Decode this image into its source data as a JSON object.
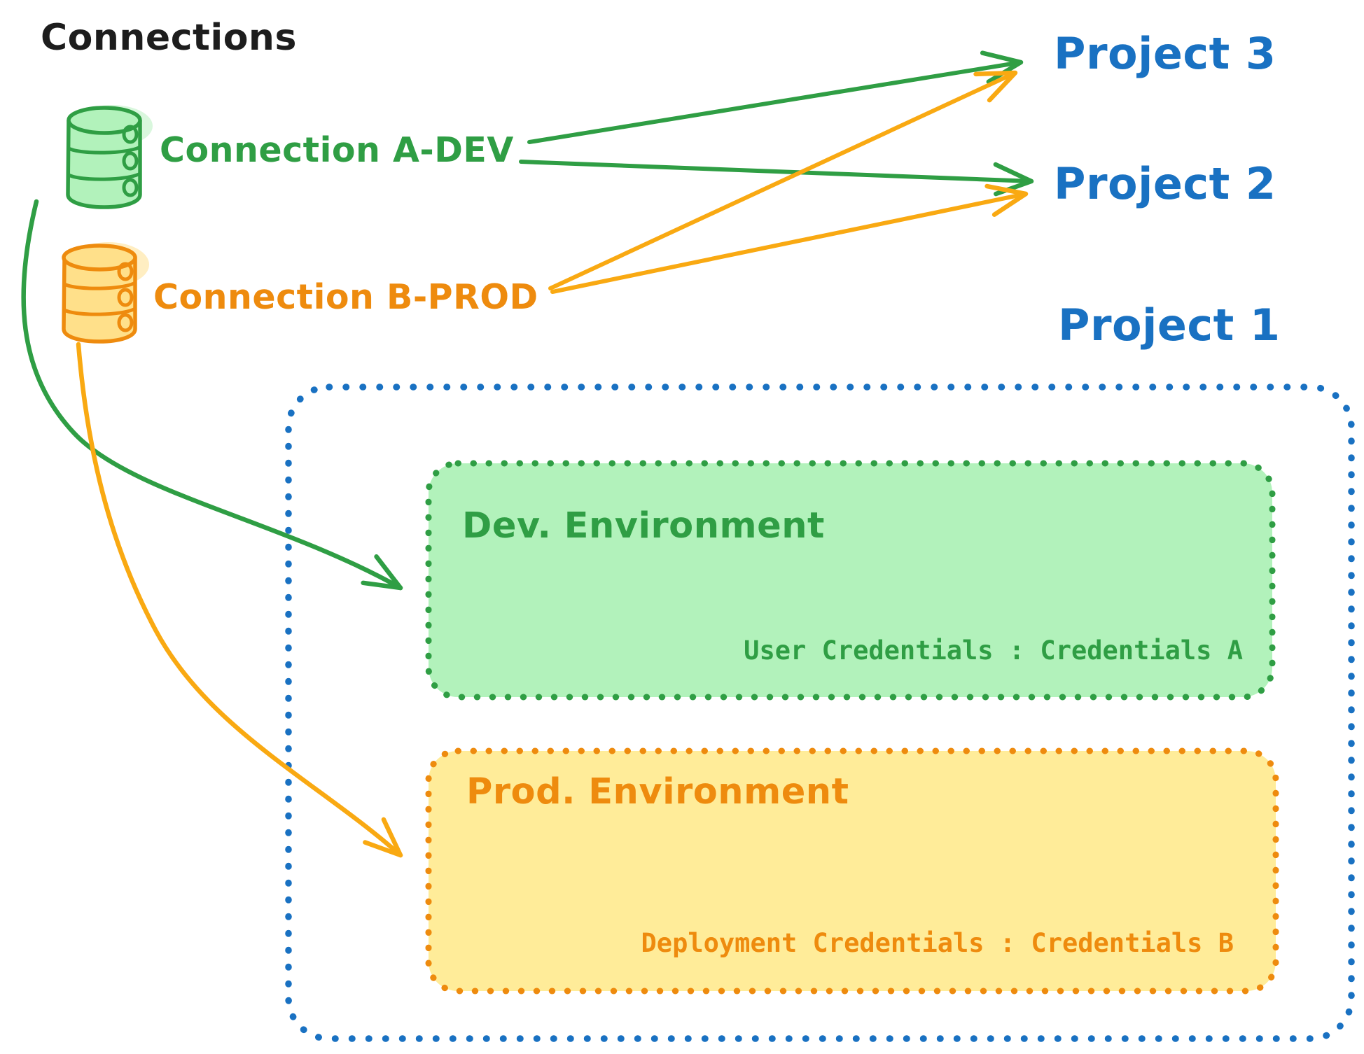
{
  "diagram_title": "Connections",
  "colors": {
    "ink": "#1d1d1d",
    "blue": "#1971c2",
    "green": "#2f9e44",
    "green_fill": "#b2f2bb",
    "green_halo": "#d9f7dd",
    "orange": "#ee8b0e",
    "orange_arrow": "#f9a912",
    "orange_fill_box": "#ffec99",
    "orange_fill_db": "#ffe08a",
    "orange_halo": "#ffeec2",
    "none": "none",
    "white": "#ffffff"
  },
  "connections": [
    {
      "label": "Connection A-DEV",
      "icon": "database-icon"
    },
    {
      "label": "Connection B-PROD",
      "icon": "database-icon"
    }
  ],
  "projects": [
    {
      "label": "Project 3"
    },
    {
      "label": "Project 2"
    },
    {
      "label": "Project 1"
    }
  ],
  "project1_box": {
    "environments": [
      {
        "title": "Dev. Environment",
        "credentials_line": "User Credentials : Credentials A"
      },
      {
        "title": "Prod. Environment",
        "credentials_line": "Deployment Credentials : Credentials B"
      }
    ]
  },
  "edges": [
    {
      "from": "Connection A-DEV",
      "to": "Project 3",
      "type": "straight",
      "color": "#2f9e44"
    },
    {
      "from": "Connection A-DEV",
      "to": "Project 2",
      "type": "straight",
      "color": "#2f9e44"
    },
    {
      "from": "Connection B-PROD",
      "to": "Project 3",
      "type": "straight",
      "color": "#f9a912"
    },
    {
      "from": "Connection B-PROD",
      "to": "Project 2",
      "type": "straight",
      "color": "#f9a912"
    },
    {
      "from": "Connection A-DEV",
      "to": "Dev. Environment (Project 1)",
      "type": "curved",
      "color": "#2f9e44"
    },
    {
      "from": "Connection B-PROD",
      "to": "Prod. Environment (Project 1)",
      "type": "curved",
      "color": "#f9a912"
    }
  ]
}
